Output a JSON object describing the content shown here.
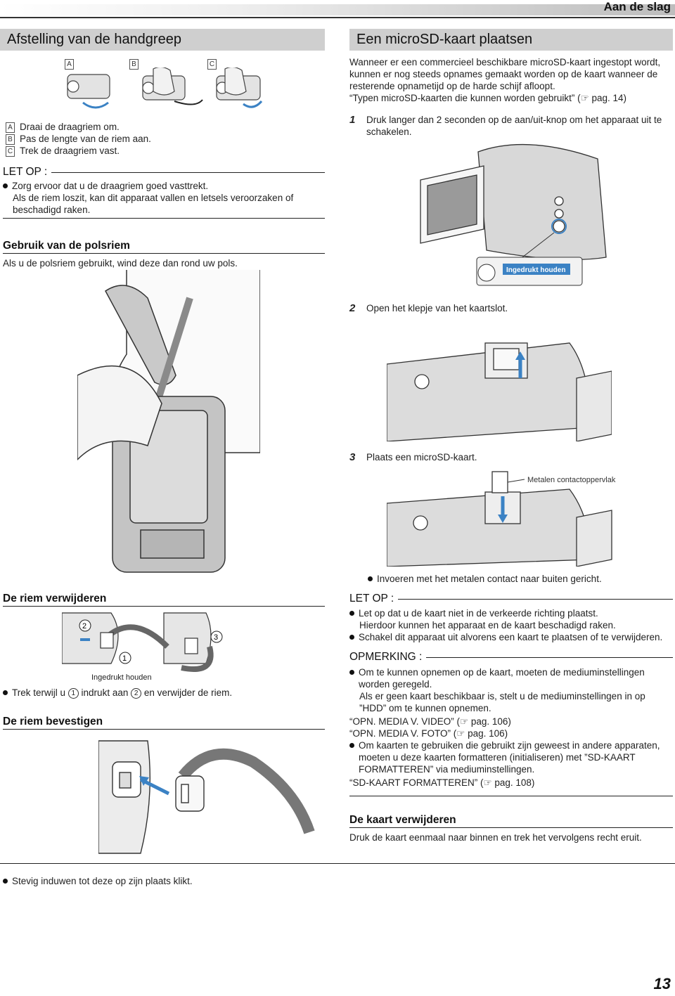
{
  "header": {
    "section": "Aan de slag"
  },
  "left": {
    "title": "Afstelling van de handgreep",
    "fig_labels": [
      "A",
      "B",
      "C"
    ],
    "steps": [
      {
        "num": "A",
        "text": "Draai de draagriem om."
      },
      {
        "num": "B",
        "text": "Pas de lengte van de riem aan."
      },
      {
        "num": "C",
        "text": "Trek de draagriem vast."
      }
    ],
    "caution": {
      "label": "LET OP :",
      "bullet": "Zorg ervoor dat u de draagriem goed vasttrekt.",
      "detail": "Als de riem loszit, kan dit apparaat vallen en letsels veroorzaken of beschadigd raken."
    },
    "wrist": {
      "heading": "Gebruik van de polsriem",
      "text": "Als u de polsriem gebruikt, wind deze dan rond uw pols."
    },
    "remove": {
      "heading": "De riem verwijderen",
      "fig_num1": "1",
      "fig_num2": "2",
      "fig_num3": "3",
      "fig_caption": "Ingedrukt houden",
      "instruction_a": "Trek terwijl u",
      "instruction_num1": "1",
      "instruction_b": "indrukt aan",
      "instruction_num2": "2",
      "instruction_c": "en verwijder de riem."
    },
    "attach": {
      "heading": "De riem bevestigen",
      "bullet": "Stevig induwen tot deze op zijn plaats klikt."
    }
  },
  "right": {
    "title": "Een microSD-kaart plaatsen",
    "intro": "Wanneer er een commercieel beschikbare microSD-kaart ingestopt wordt, kunnen er nog steeds opnames gemaakt worden op de kaart wanneer de resterende opnametijd op de harde schijf afloopt.",
    "intro_link": "“Typen microSD-kaarten die kunnen worden gebruikt” (☞ pag. 14)",
    "steps": [
      {
        "num": "1",
        "text": "Druk langer dan 2 seconden op de aan/uit-knop om het apparaat uit te schakelen."
      },
      {
        "num": "2",
        "text": "Open het klepje van het kaartslot."
      },
      {
        "num": "3",
        "text": "Plaats een microSD-kaart."
      }
    ],
    "hold_label": "Ingedrukt houden",
    "contact_label": "Metalen contactoppervlak",
    "insert_bullet": "Invoeren met het metalen contact naar buiten gericht.",
    "caution": {
      "label": "LET OP :",
      "b1": "Let op dat u de kaart niet in de verkeerde richting plaatst.",
      "b1_detail": "Hierdoor kunnen het apparaat en de kaart beschadigd raken.",
      "b2": "Schakel dit apparaat uit alvorens een kaart te plaatsen of te verwijderen."
    },
    "memo": {
      "label": "OPMERKING :",
      "b1": "Om te kunnen opnemen op de kaart, moeten de mediuminstellingen worden geregeld.",
      "b1_detail": "Als er geen kaart beschikbaar is, stelt u de mediuminstellingen in op ”HDD” om te kunnen opnemen.",
      "link1": "“OPN. MEDIA V. VIDEO” (☞ pag. 106)",
      "link2": "“OPN. MEDIA V. FOTO” (☞ pag. 106)",
      "b2": "Om kaarten te gebruiken die gebruikt zijn geweest in andere apparaten, moeten u deze kaarten formatteren (initialiseren) met ”SD-KAART FORMATTEREN” via mediuminstellingen.",
      "link3": "“SD-KAART FORMATTEREN” (☞ pag. 108)"
    },
    "remove": {
      "heading": "De kaart verwijderen",
      "text": "Druk de kaart eenmaal naar binnen en trek het vervolgens recht eruit."
    }
  },
  "page_number": "13"
}
